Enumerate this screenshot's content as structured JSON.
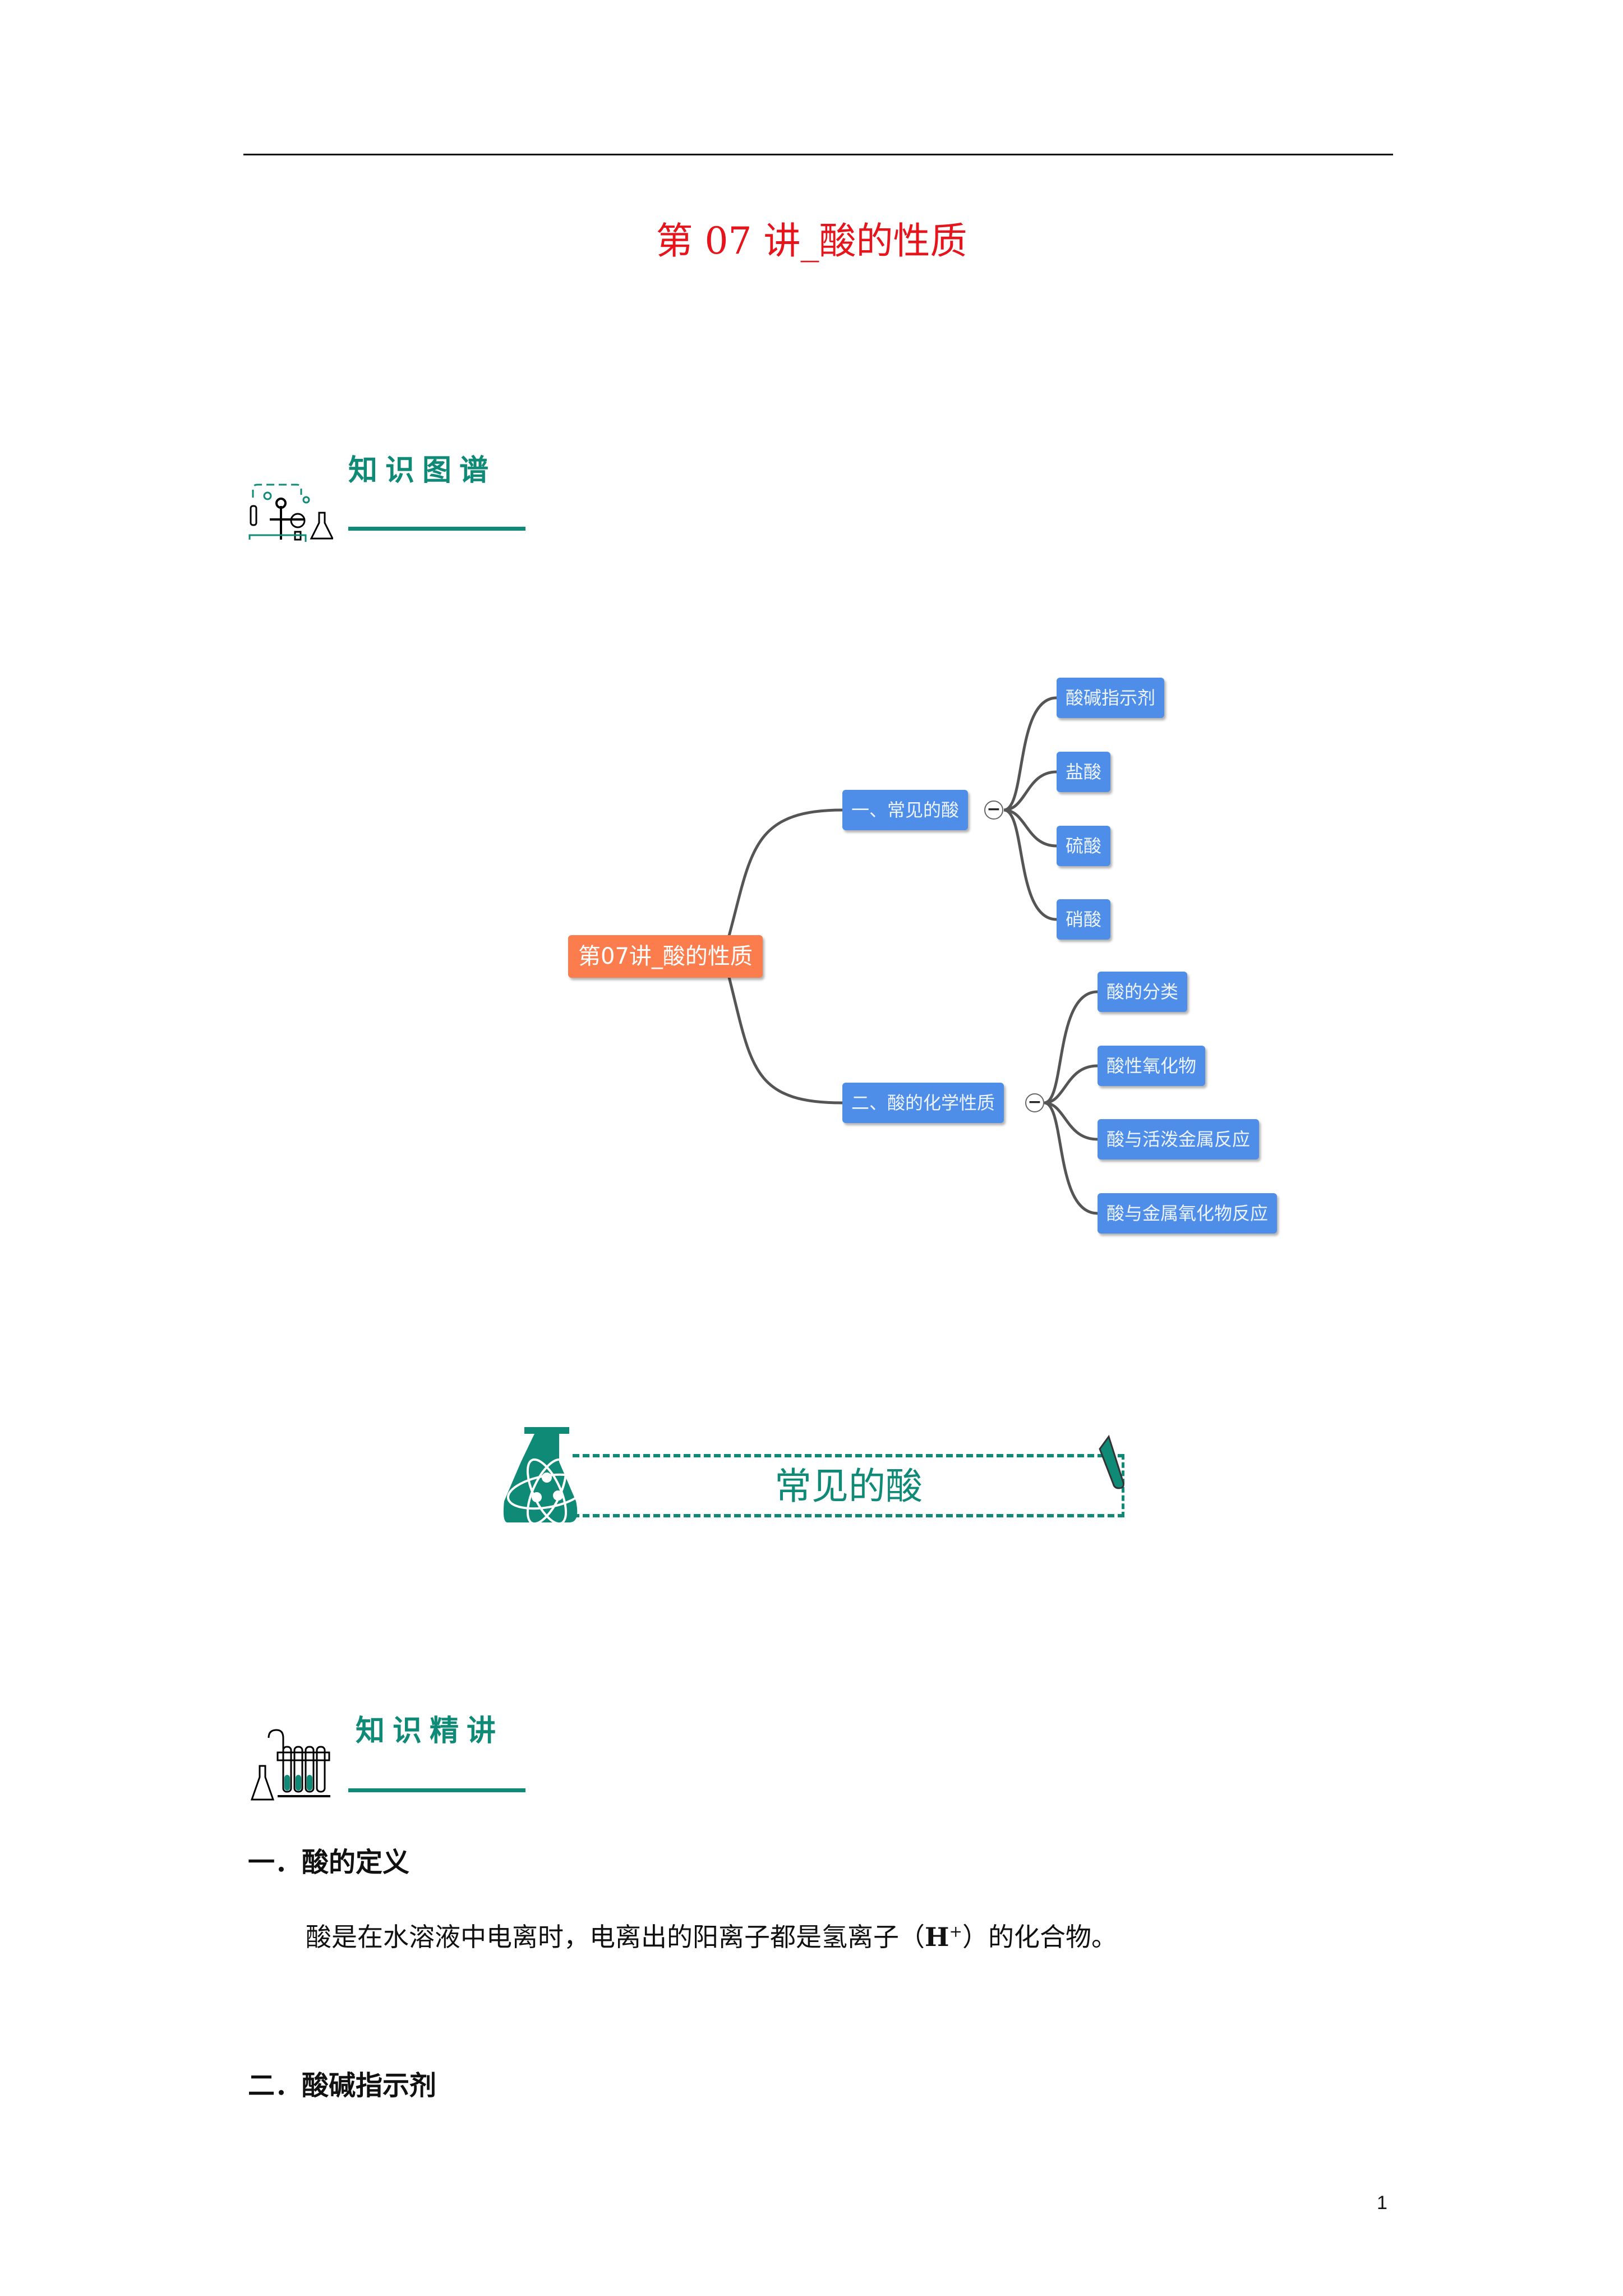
{
  "document": {
    "title": "第 07 讲_酸的性质",
    "page_number": "1"
  },
  "section_headers": {
    "knowledge_map": "知识图谱",
    "knowledge_explain": "知识精讲"
  },
  "mindmap": {
    "root": "第07讲_酸的性质",
    "branches": [
      {
        "label": "一、常见的酸",
        "children": [
          "酸碱指示剂",
          "盐酸",
          "硫酸",
          "硝酸"
        ]
      },
      {
        "label": "二、酸的化学性质",
        "children": [
          "酸的分类",
          "酸性氧化物",
          "酸与活泼金属反应",
          "酸与金属氧化物反应"
        ]
      }
    ],
    "collapse_symbol": "−"
  },
  "banner": {
    "title": "常见的酸"
  },
  "content": {
    "heading1": "一．酸的定义",
    "para1_before": "酸是在水溶液中电离时，电离出的阳离子都是氢离子（",
    "para1_ion": "H",
    "para1_sup": "+",
    "para1_after": "）的化合物。",
    "heading2": "二．酸碱指示剂"
  },
  "colors": {
    "accent": "#0e8a76",
    "title": "#e8141c",
    "node": "#4e8ee9",
    "root": "#fb7d4e"
  }
}
